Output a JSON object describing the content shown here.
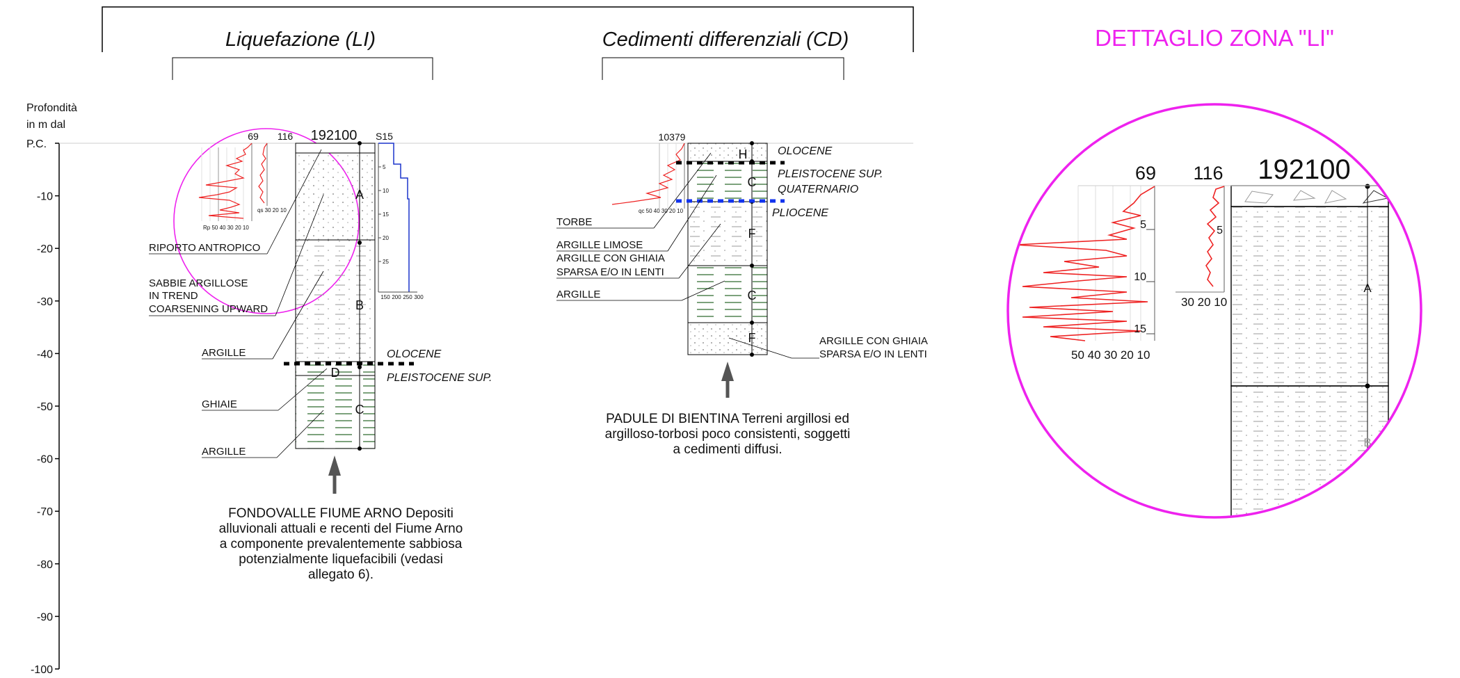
{
  "titles": {
    "li": "Liquefazione (LI)",
    "cd": "Cedimenti differenziali (CD)",
    "detail": "DETTAGLIO ZONA \"LI\""
  },
  "axis": {
    "label_1": "Profondità",
    "label_2": "in m dal",
    "label_3": "P.C.",
    "ticks": [
      "-10",
      "-20",
      "-30",
      "-40",
      "-50",
      "-60",
      "-70",
      "-80",
      "-90",
      "-100"
    ]
  },
  "li": {
    "col1_label": "69",
    "col2_label": "116",
    "boring_id": "192100",
    "s_label": "S15",
    "s_ticks": [
      "5",
      "10",
      "15",
      "20",
      "25"
    ],
    "s_xticks": [
      "150",
      "200",
      "250",
      "300"
    ],
    "cpt_xlabel": "Rp 50 40 30 20 10",
    "cpt2_xlabel": "qs 30 20 10",
    "units": {
      "a": "A",
      "b": "B",
      "d": "D",
      "c": "C"
    },
    "labels": {
      "riporto": "RIPORTO ANTROPICO",
      "sabbie_1": "SABBIE ARGILLOSE",
      "sabbie_2": "IN TREND",
      "sabbie_3": "COARSENING UPWARD",
      "argille_1": "ARGILLE",
      "ghiaie": "GHIAIE",
      "argille_2": "ARGILLE"
    },
    "olocene": "OLOCENE",
    "pleistocene": "PLEISTOCENE SUP.",
    "caption": [
      "FONDOVALLE FIUME ARNO Depositi",
      "alluvionali  attuali e recenti del Fiume Arno",
      "a componente  prevalentemente sabbiosa",
      "potenzialmente liquefacibili (vedasi",
      "allegato 6)."
    ]
  },
  "cd": {
    "boring_id": "10379",
    "units": {
      "h": "H",
      "c1": "C",
      "f1": "F",
      "c2": "C",
      "f2": "F"
    },
    "labels": {
      "torbe": "TORBE",
      "argille_limose": "ARGILLE LIMOSE",
      "ghiaia_1": "ARGILLE CON GHIAIA",
      "ghiaia_2": "SPARSA E/O IN LENTI",
      "argille": "ARGILLE",
      "ghiaia_r1": "ARGILLE CON GHIAIA",
      "ghiaia_r2": "SPARSA E/O IN LENTI"
    },
    "olocene": "OLOCENE",
    "pleistocene": "PLEISTOCENE SUP.",
    "quaternario": "QUATERNARIO",
    "pliocene": "PLIOCENE",
    "cpt_xlabel": "qc 50 40 30 20 10",
    "caption": [
      "PADULE DI BIENTINA Terreni argillosi ed",
      "argilloso-torbosi poco consistenti, soggetti",
      "a cedimenti diffusi."
    ]
  },
  "detail": {
    "col1_label": "69",
    "col2_label": "116",
    "boring_id": "192100",
    "ticks1": [
      "5",
      "10",
      "15"
    ],
    "ticks2": [
      "5"
    ],
    "xaxis1": "50 40 30 20 10",
    "xaxis2": "30 20 10",
    "unit_a": "A",
    "unit_b": "B"
  },
  "colors": {
    "magenta": "#ee22ee",
    "cpt_red": "#ee2222",
    "s15_blue": "#1a33cc",
    "clay_green": "#2e6a2e",
    "pliocene_blue": "#1133ee"
  }
}
